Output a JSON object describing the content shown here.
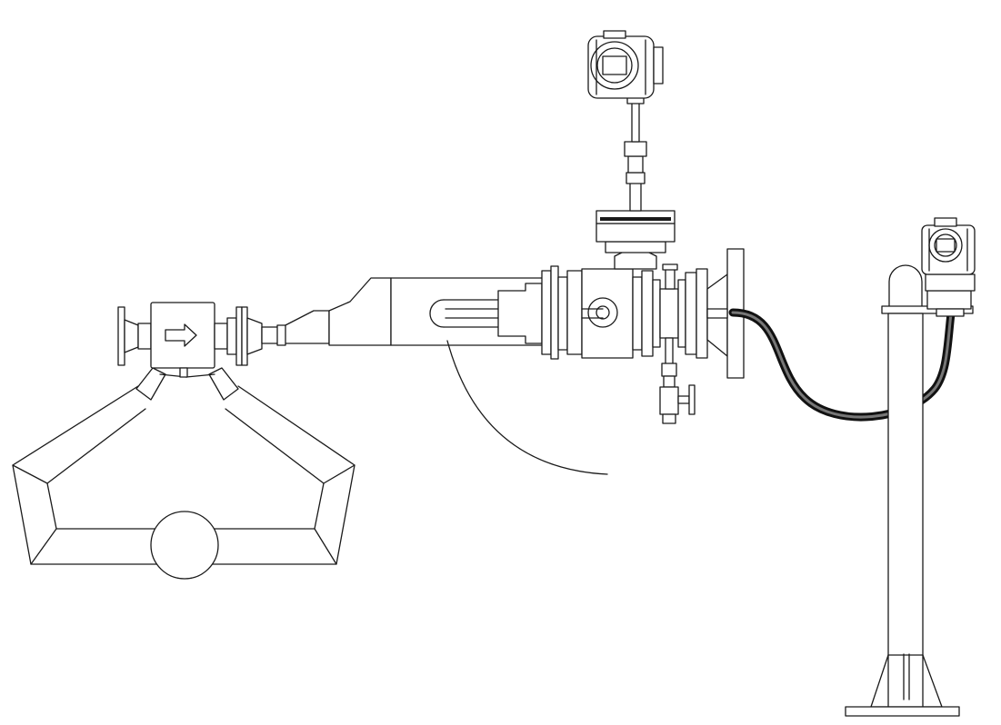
{
  "diagram": {
    "background": "#ffffff",
    "stroke_color": "#1a1a1a",
    "hose_color": "#111111",
    "components": [
      {
        "id": "coriolis-flowmeter",
        "icon": "coriolis-meter-icon"
      },
      {
        "id": "flow-direction-arrow",
        "icon": "arrow-right-icon"
      },
      {
        "id": "reducer-pipe",
        "icon": "pipe-reducer-icon"
      },
      {
        "id": "probe-assembly",
        "icon": "probe-assembly-icon"
      },
      {
        "id": "top-transmitter",
        "icon": "transmitter-icon"
      },
      {
        "id": "sample-valve",
        "icon": "valve-icon"
      },
      {
        "id": "flexible-hose",
        "icon": "hose-icon"
      },
      {
        "id": "stand-transmitter",
        "icon": "transmitter-icon"
      },
      {
        "id": "pipe-stand",
        "icon": "pipe-stand-icon"
      }
    ]
  }
}
